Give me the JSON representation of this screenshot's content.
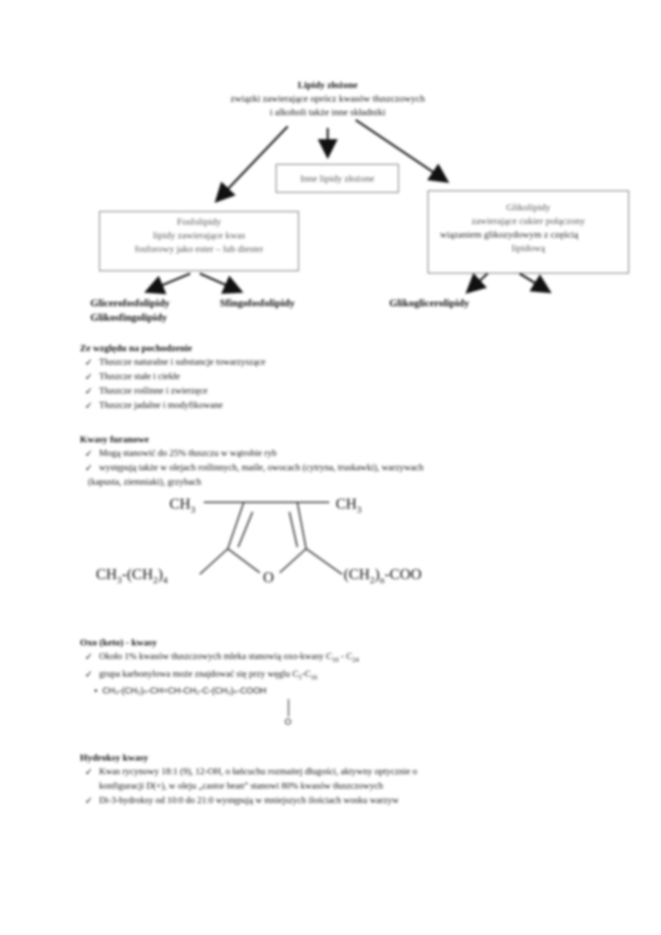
{
  "diagram": {
    "root_title": "Lipidy złożone",
    "root_line1": "związki zawierające oprócz kwasów tłuszczowych",
    "root_line2": "i alkoholi także inne składniki",
    "center_box": "Inne lipidy złożone",
    "left_box": [
      "Fosfolipidy",
      "lipidy zawierające kwas",
      "fosforowy jako ester – lub diester"
    ],
    "right_box": [
      "Glikolipidy",
      "zawierające cukier połączony",
      "wiązaniem glikozydowym z częścią",
      "lipidową"
    ],
    "leaf_1a": "Glicerofosfolipidy",
    "leaf_1b": "Glikosfingolipidy",
    "leaf_2": "Sfingofosfolipidy",
    "leaf_3": "Glikoglicerolipidy"
  },
  "section1": {
    "heading": "Ze względu na pochodzenie",
    "items": [
      "Tłuszcze naturalne i substancje towarzyszące",
      "Tłuszcze stałe i ciekłe",
      "Tłuszcze roślinne i zwierzęce",
      "Tłuszcze jadalne i modyfikowane"
    ]
  },
  "section2": {
    "heading": "Kwasy furanowe",
    "items": [
      "Mogą stanowić do 25% tłuszczu w wątrobie ryb",
      "występują także w olejach roślinnych, maśle, owocach (cytryna, truskawki), warzywach",
      "(kapusta, ziemniaki), grzybach"
    ],
    "formula": {
      "top_left": "CH",
      "top_left_sub": "3",
      "top_right": "CH",
      "top_right_sub": "3",
      "ring_o": "O",
      "bottom_left": "CH",
      "bottom_left_sub1": "3",
      "bottom_left_mid": "-(CH",
      "bottom_left_sub2": "2",
      "bottom_left_end": ")",
      "bottom_left_sub3": "4",
      "bottom_right": "(CH",
      "bottom_right_sub1": "2",
      "bottom_right_mid": ")",
      "bottom_right_sub2": "n",
      "bottom_right_end": "-COO"
    }
  },
  "section3": {
    "heading": "Oxo (keto) - kwasy",
    "item1": "Około 1% kwasów tłuszczowych mleka stanowią oxo-kwasy C",
    "item1_sub_a": "10",
    "item1_dash": " - C",
    "item1_sub_b": "24",
    "item2": "grupa karbonylowa może znajdować się przy węglu C",
    "item2_sub_a": "5",
    "item2_dash": "-C",
    "item2_sub_b": "16",
    "formula_line": "CH₃-(CH₂)ₙ-CH=CH-CH₂-C-(CH₂)ₙ-COOH",
    "formula_o": "O"
  },
  "section4": {
    "heading": "Hydroksy kwasy",
    "item1_line1": "Kwas rycynowy 18:1 (9), 12-OH, o łańcuchu rozmaitej długości, aktywny optycznie o",
    "item1_line2": "konfiguracji D(+), w oleju „castor bean” stanowi 80% kwasów tłuszczowych",
    "item2": "Di-3-hydroksy od 10:0 do 21:0 występują w mniejszych ilościach wosku warzyw"
  }
}
